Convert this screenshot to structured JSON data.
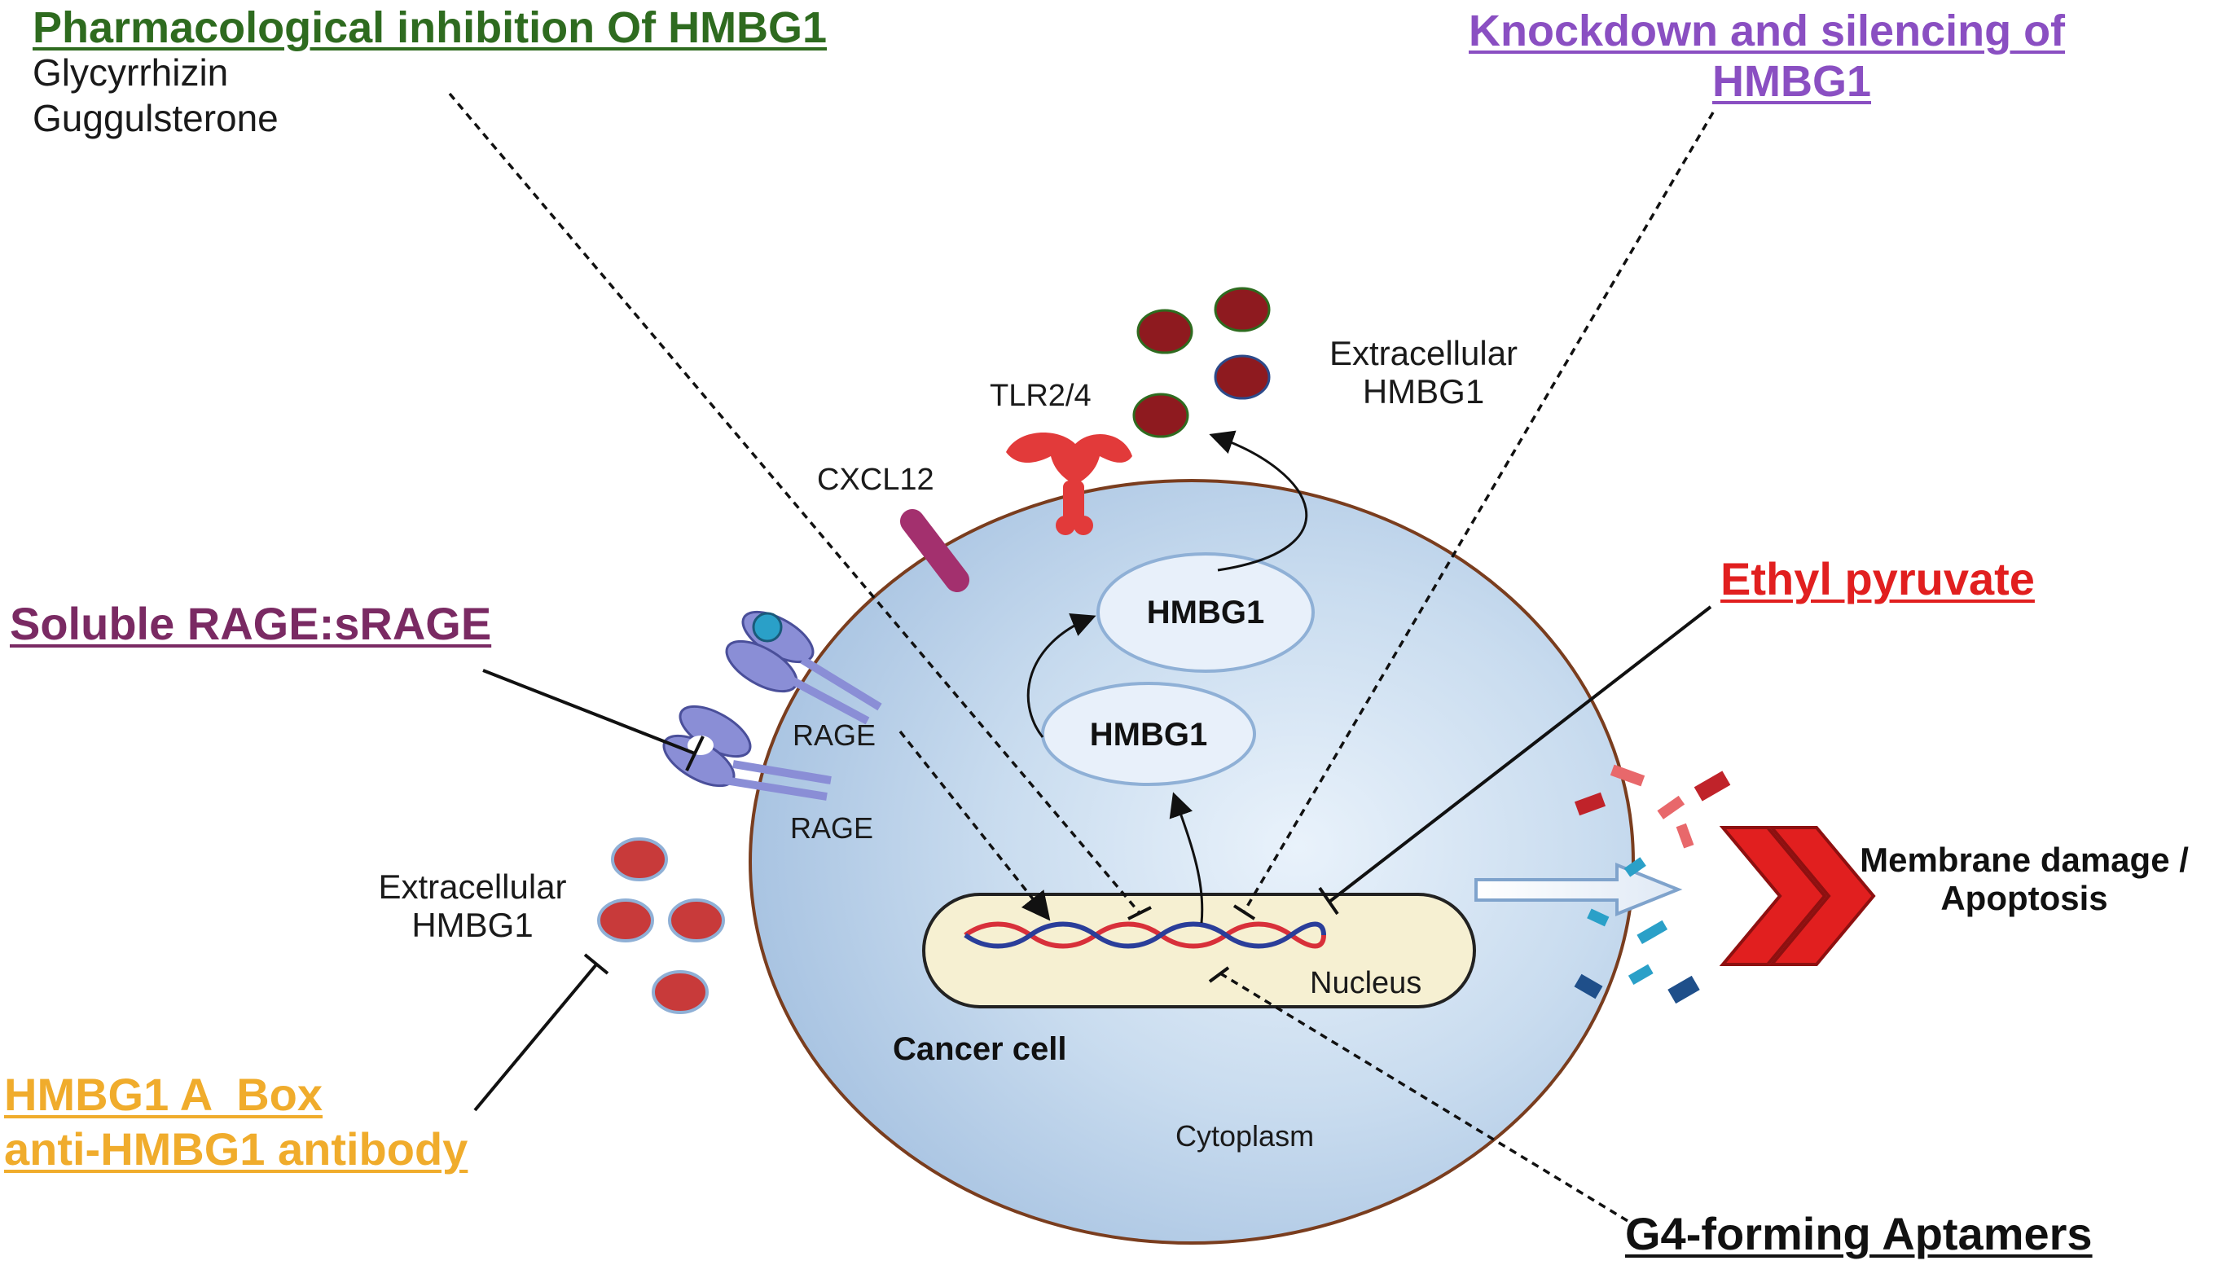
{
  "pharm": {
    "title": "Pharmacological inhibition Of HMBG1",
    "drug1": "Glycyrrhizin",
    "drug2": "Guggulsterone",
    "color": "#2e6b1f"
  },
  "knockdown": {
    "line1": "Knockdown and silencing of",
    "line2": "HMBG1",
    "color": "#8a4fc2"
  },
  "srage": {
    "title": "Soluble RAGE:sRAGE",
    "color": "#7a2a63"
  },
  "ethyl": {
    "title": "Ethyl pyruvate",
    "color": "#e11f1f"
  },
  "abox": {
    "line1": "HMBG1 A  Box",
    "line2": "anti-HMBG1 antibody",
    "color": "#f0ac2c"
  },
  "aptamers": {
    "title": "G4-forming Aptamers",
    "color": "#111111"
  },
  "labels": {
    "extracellular_top_1": "Extracellular",
    "extracellular_top_2": "HMBG1",
    "extracellular_left_1": "Extracellular",
    "extracellular_left_2": "HMBG1",
    "tlr": "TLR2/4",
    "cxcl12": "CXCL12",
    "rage_1": "RAGE",
    "rage_2": "RAGE",
    "hmbg1_upper": "HMBG1",
    "hmbg1_lower": "HMBG1",
    "nucleus": "Nucleus",
    "cancer_cell": "Cancer cell",
    "cytoplasm": "Cytoplasm",
    "outcome_1": "Membrane damage /",
    "outcome_2": "Apoptosis"
  },
  "colors": {
    "cell_fill": "#b9d0e8",
    "cell_border": "#7a3d1e",
    "nucleus_fill": "#f6f0d2",
    "extracellular_hmbg1_dark": "#8e1a1f",
    "extracellular_hmbg1_light": "#c83a3a",
    "tlr": "#e23a3a",
    "cxcl12": "#a3306e",
    "rage": "#8a8ed6"
  }
}
